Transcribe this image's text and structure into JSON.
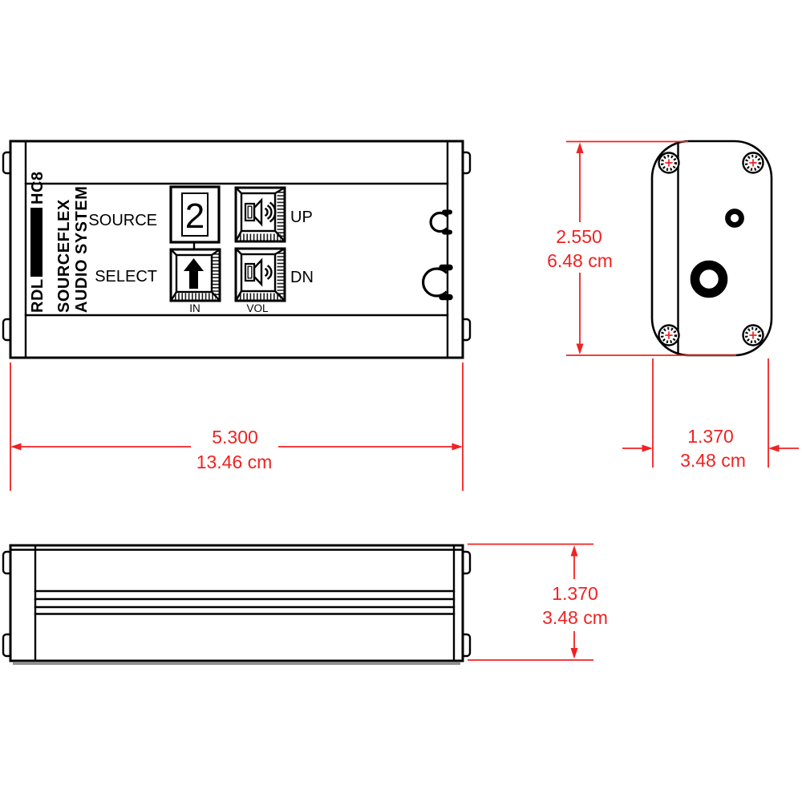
{
  "colors": {
    "dimension": "#f02222",
    "line": "#000000",
    "shadow": "#8f8f8f"
  },
  "brand": {
    "rdl": "RDL",
    "model": "HC8",
    "line1": "SOURCEFLEX",
    "line2": "AUDIO SYSTEM"
  },
  "panel": {
    "source_label": "SOURCE",
    "select_label": "SELECT",
    "display_value": "2",
    "up_label": "UP",
    "dn_label": "DN",
    "in_label": "IN",
    "vol_label": "VOL"
  },
  "dims": {
    "length": {
      "inches": "5.300",
      "cm": "13.46 cm"
    },
    "height": {
      "inches": "2.550",
      "cm": "6.48 cm"
    },
    "depth": {
      "inches": "1.370",
      "cm": "3.48 cm"
    },
    "depth_side": {
      "inches": "1.370",
      "cm": "3.48 cm"
    }
  }
}
